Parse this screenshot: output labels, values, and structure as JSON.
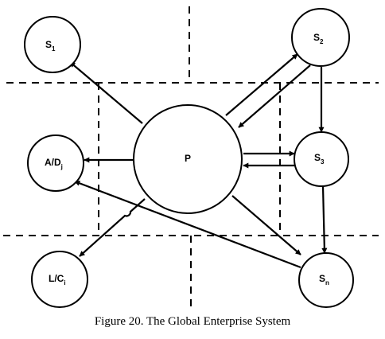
{
  "nodes": {
    "s1": {
      "label": "S",
      "sub": "1"
    },
    "s2": {
      "label": "S",
      "sub": "2"
    },
    "ad": {
      "label": "A/D",
      "sub": "j"
    },
    "p": {
      "label": "P"
    },
    "s3": {
      "label": "S",
      "sub": "3"
    },
    "lc": {
      "label": "L/C",
      "sub": "i"
    },
    "sn": {
      "label": "S",
      "sub": "n"
    }
  },
  "caption": "Figure 20. The Global Enterprise System"
}
